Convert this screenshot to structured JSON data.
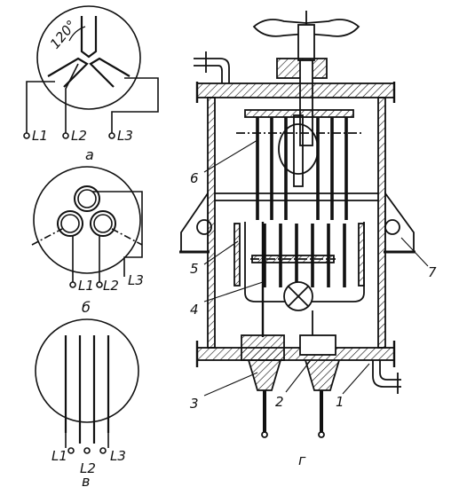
{
  "diagram_a": {
    "caption": "а",
    "angle_label": "120°",
    "terminals": [
      "L1",
      "L2",
      "L3"
    ]
  },
  "diagram_b": {
    "caption": "б",
    "terminals": [
      "L1",
      "L2",
      "L3"
    ]
  },
  "diagram_v": {
    "caption": "в",
    "terminals": [
      "L1",
      "L2",
      "L3"
    ]
  },
  "diagram_g": {
    "caption": "г",
    "callouts": [
      "1",
      "2",
      "3",
      "4",
      "5",
      "6",
      "7"
    ]
  },
  "colors": {
    "ink": "#111111",
    "background": "#ffffff"
  }
}
